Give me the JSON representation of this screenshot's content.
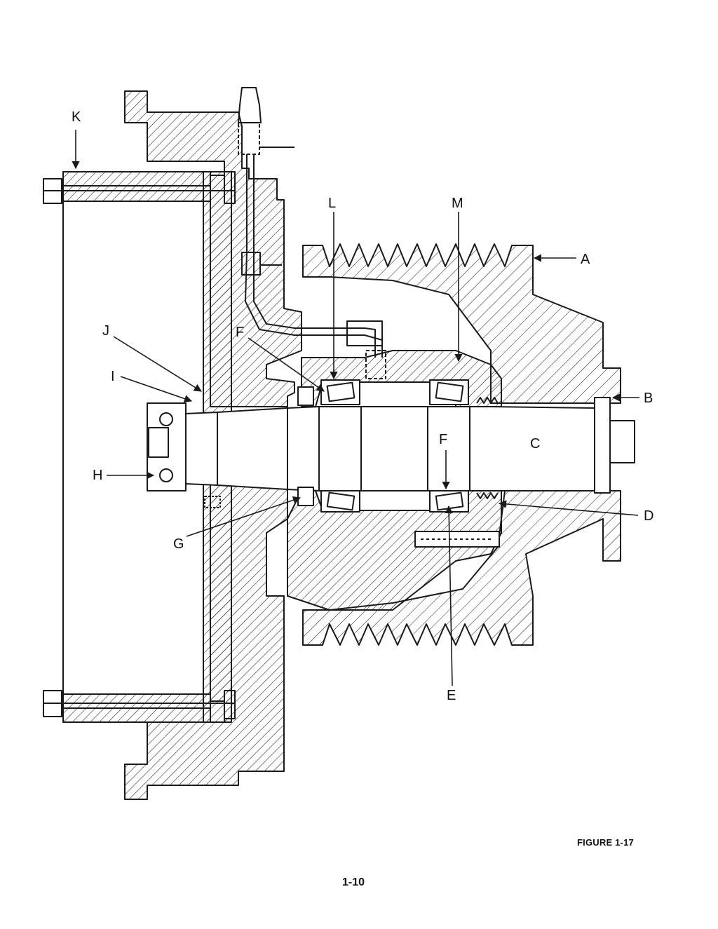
{
  "figure": {
    "caption": "FIGURE 1-17",
    "page_number": "1-10"
  },
  "callouts": {
    "A": "A",
    "B": "B",
    "C": "C",
    "D": "D",
    "E": "E",
    "F_upper": "F",
    "F_lower": "F",
    "G": "G",
    "H": "H",
    "I": "I",
    "J": "J",
    "K": "K",
    "L": "L",
    "M": "M"
  },
  "colors": {
    "ink": "#1a1a1a",
    "paper": "#ffffff"
  }
}
